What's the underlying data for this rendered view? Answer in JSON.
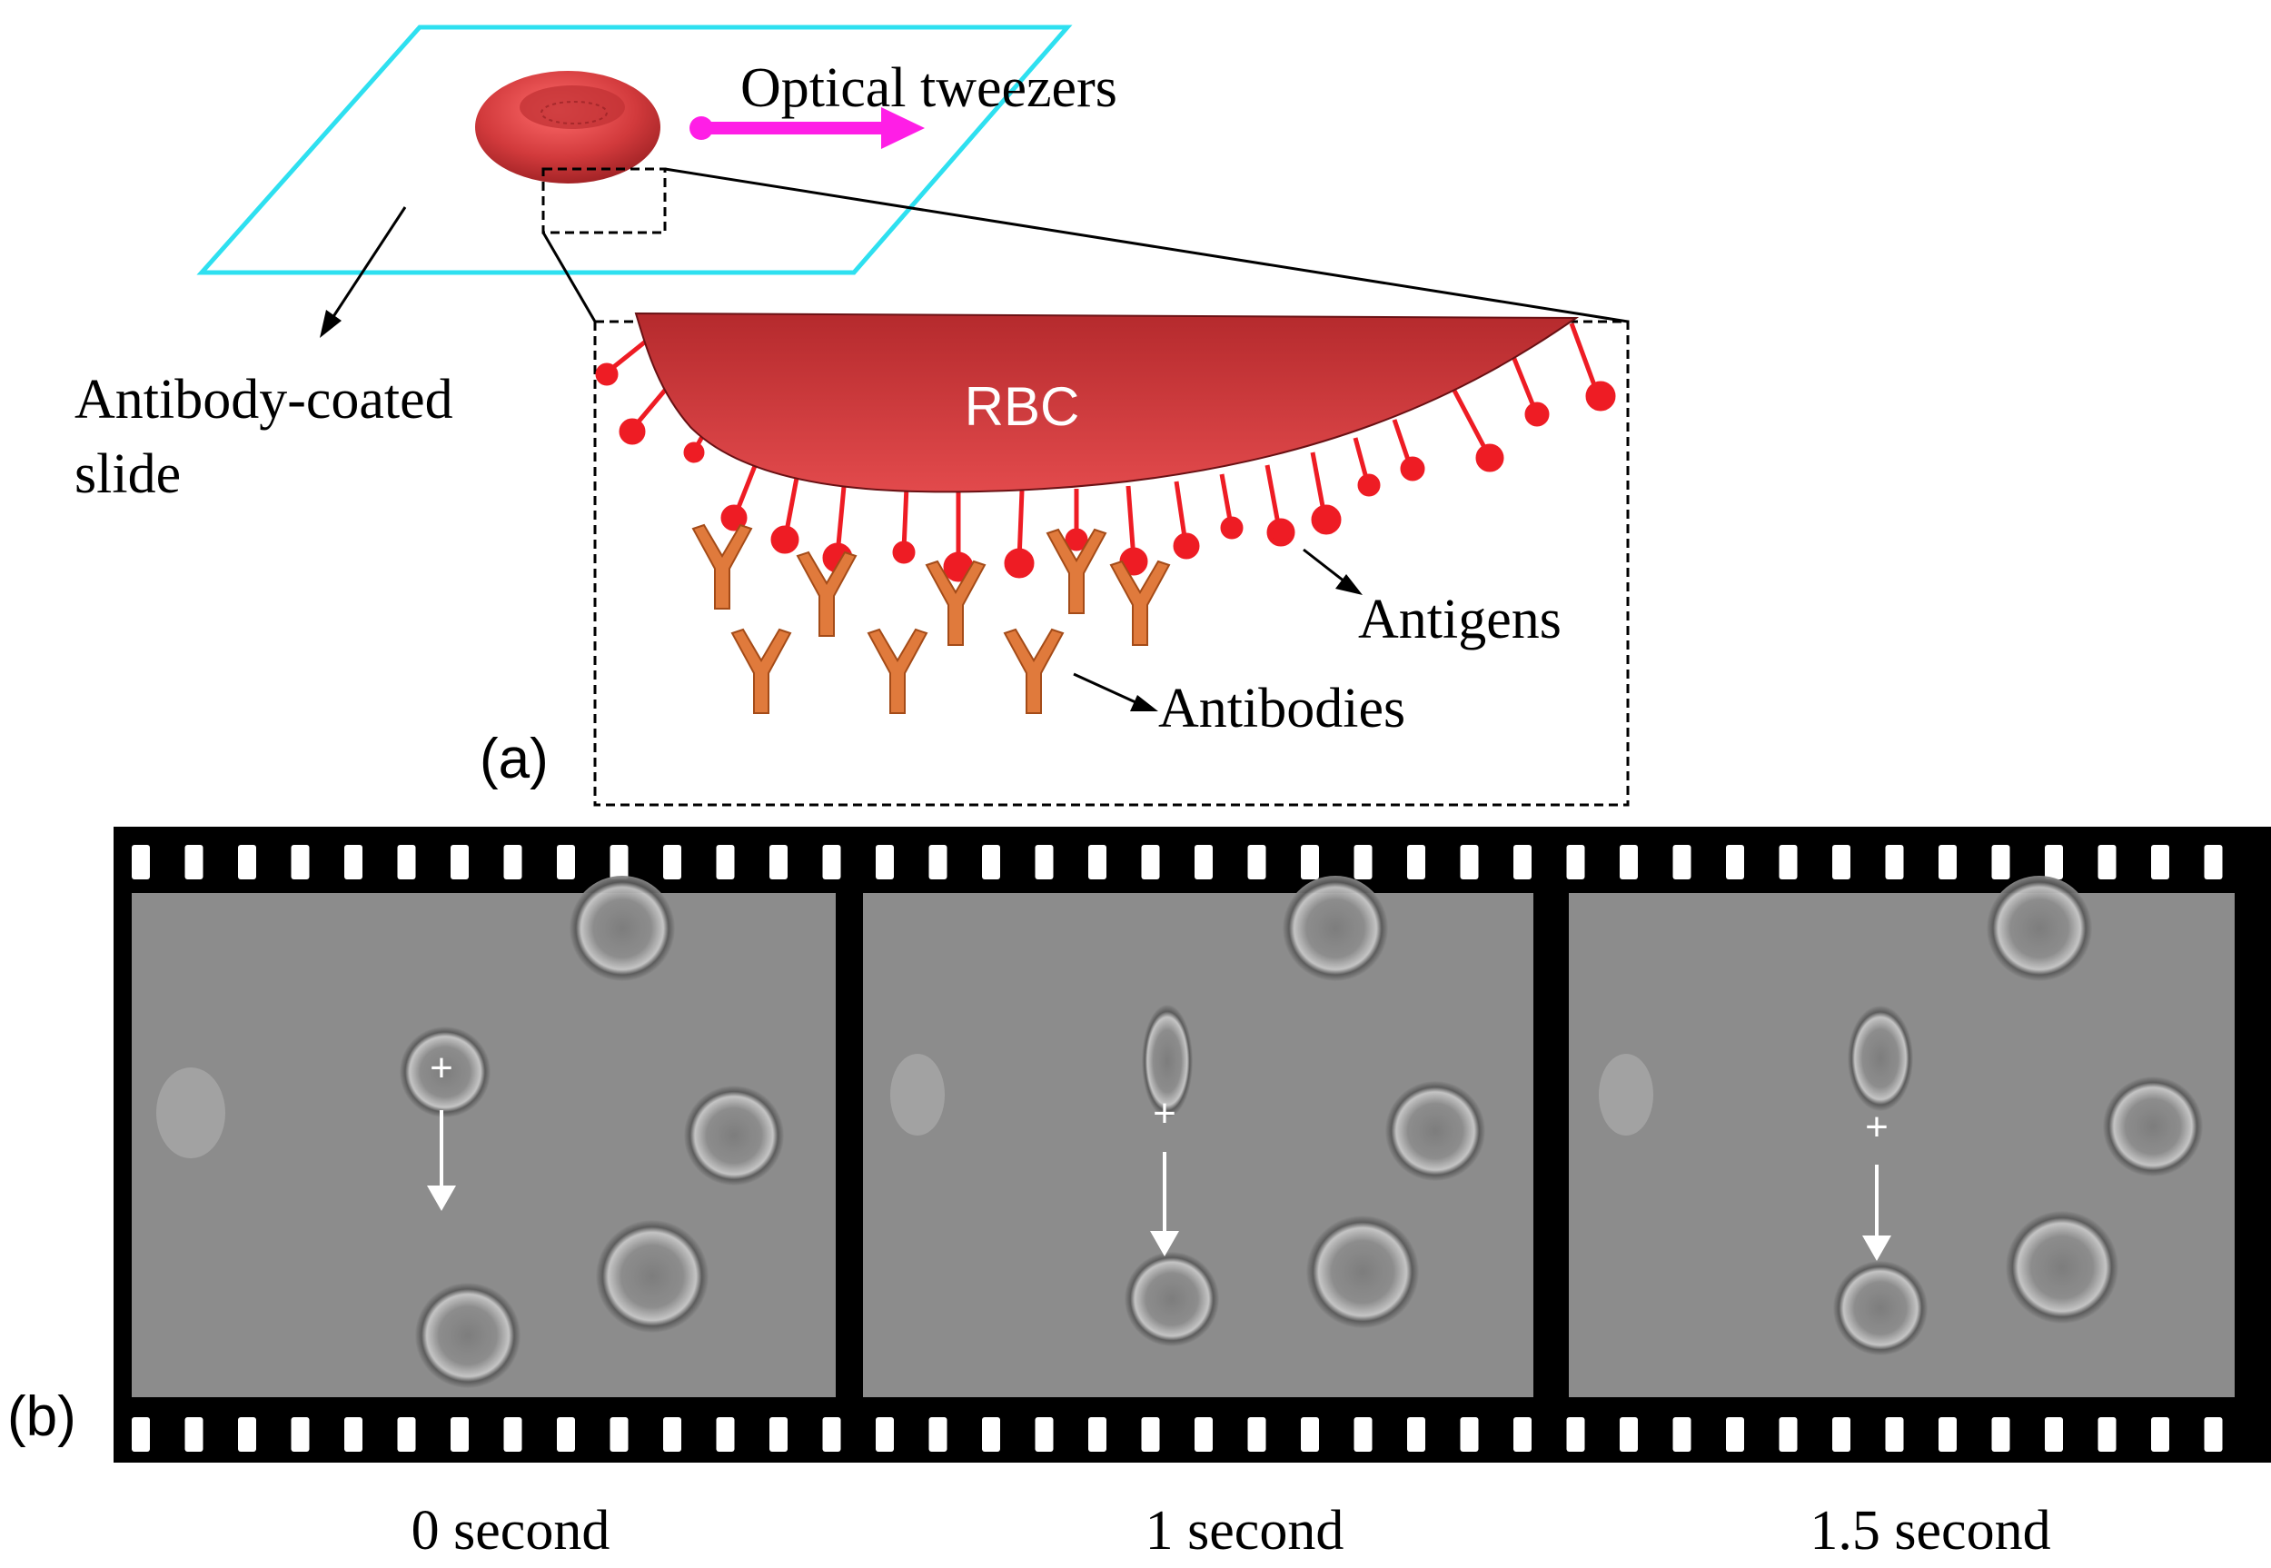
{
  "panel_a": {
    "label": "(a)",
    "optical_tweezers_label": "Optical tweezers",
    "slide_label_line1": "Antibody-coated",
    "slide_label_line2": "slide",
    "rbc_label": "RBC",
    "antigens_label": "Antigens",
    "antibodies_label": "Antibodies"
  },
  "panel_b": {
    "label": "(b)",
    "frames": [
      {
        "time_label": "0 second"
      },
      {
        "time_label": "1 second"
      },
      {
        "time_label": "1.5 second"
      }
    ]
  },
  "colors": {
    "slide_outline": "#2ee0f0",
    "rbc_red": "#d23a3c",
    "tweezer_arrow": "#ff1ee6",
    "antigen": "#ee1c24",
    "antibody": "#e07a3c",
    "film": "#000000",
    "frame_gray": "#8c8c8c"
  }
}
